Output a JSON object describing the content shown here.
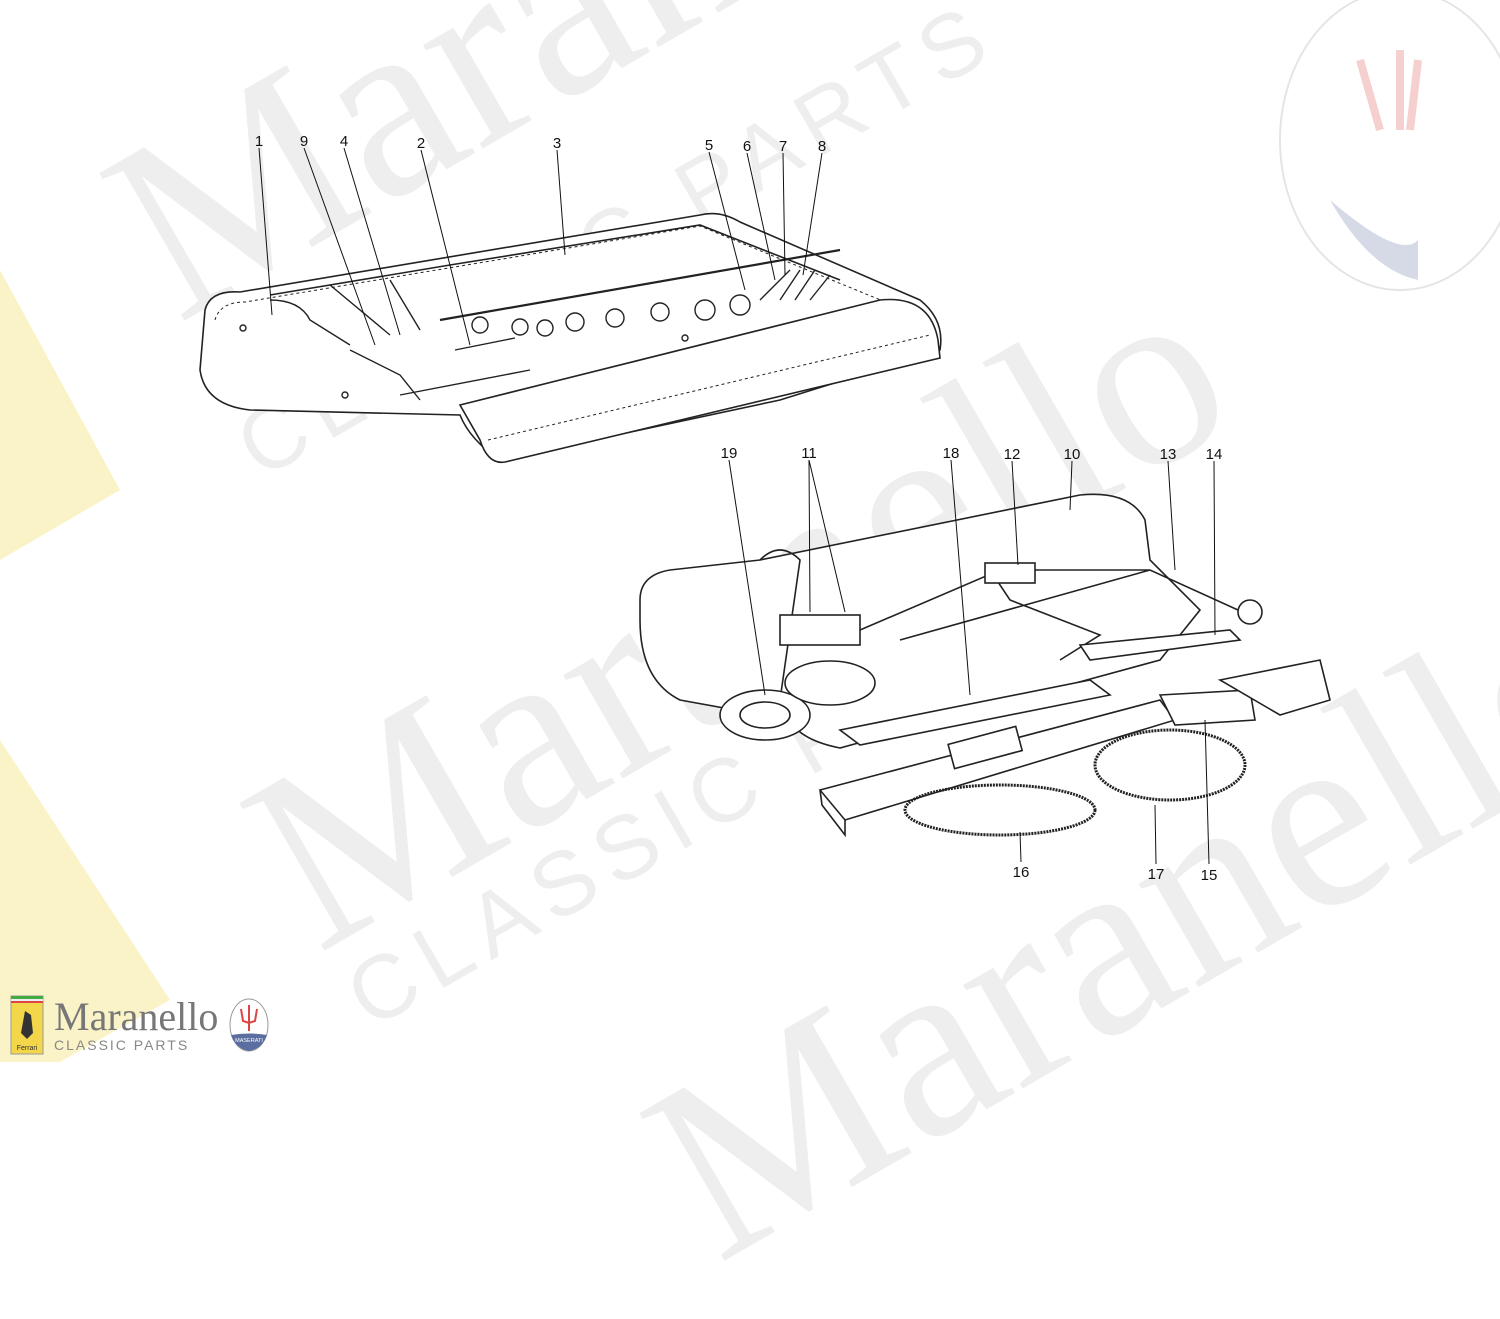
{
  "watermark": {
    "main": "Maranello",
    "sub": "CLASSIC PARTS"
  },
  "brand": {
    "name": "Maranello",
    "subtitle": "CLASSIC PARTS",
    "left_badge": "Ferrari",
    "right_badge": "MASERATI"
  },
  "callouts": {
    "c1": "1",
    "c2": "2",
    "c3": "3",
    "c4": "4",
    "c5": "5",
    "c6": "6",
    "c7": "7",
    "c8": "8",
    "c9": "9",
    "c10": "10",
    "c11": "11",
    "c12": "12",
    "c13": "13",
    "c14": "14",
    "c15": "15",
    "c16": "16",
    "c17": "17",
    "c18": "18",
    "c19": "19"
  },
  "colors": {
    "line": "#222222",
    "watermark": "#bbbbbb",
    "ferrari_yellow": "#f3d64a",
    "maserati_red": "#d44",
    "maserati_blue": "#5a6fa0"
  }
}
